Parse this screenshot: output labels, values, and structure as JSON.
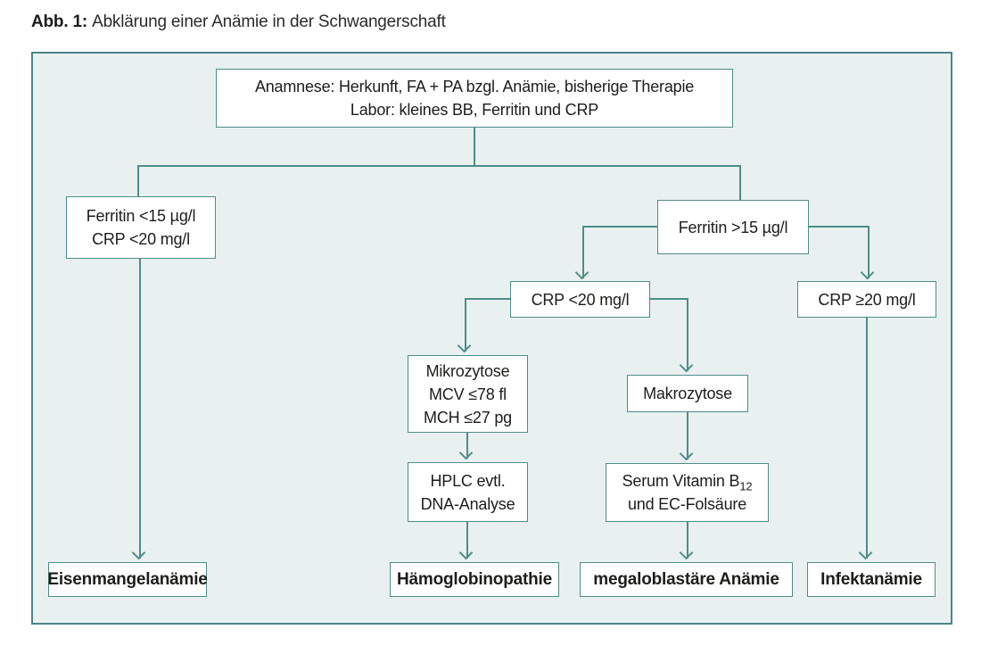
{
  "colors": {
    "accent_teal": "#4e8c8a",
    "panel_bg": "#e9f1f0",
    "node_bg": "#ffffff",
    "text": "#1d1d1b"
  },
  "title": {
    "label": "Abb. 1:",
    "text": "Abklärung einer Anämie in der Schwangerschaft"
  },
  "nodes": {
    "anamnese": {
      "line1": "Anamnese: Herkunft, FA + PA bzgl. Anämie, bisherige Therapie",
      "line2": "Labor: kleines BB, Ferritin und CRP"
    },
    "ferritin_low": {
      "line1": "Ferritin <15 µg/l",
      "line2": "CRP <20 mg/l"
    },
    "ferritin_high": {
      "line1": "Ferritin >15 µg/l"
    },
    "crp_low": {
      "line1": "CRP <20 mg/l"
    },
    "crp_high": {
      "line1": "CRP ≥20 mg/l"
    },
    "mikrozytose": {
      "line1": "Mikrozytose",
      "line2": "MCV ≤78 fl",
      "line3": "MCH ≤27 pg"
    },
    "makrozytose": {
      "line1": "Makrozytose"
    },
    "hplc": {
      "line1": "HPLC evtl.",
      "line2": "DNA-Analyse"
    },
    "serum_b12": {
      "line1_prefix": "Serum Vitamin B",
      "line1_sub": "12",
      "line2": "und EC-Folsäure"
    },
    "eisenmangelanaemie": {
      "line1": "Eisenmangelanämie"
    },
    "haemoglobinopathie": {
      "line1": "Hämoglobinopathie"
    },
    "megaloblastaere_anaemie": {
      "line1": "megaloblastäre Anämie"
    },
    "infektanaemie": {
      "line1": "Infektanämie"
    }
  }
}
